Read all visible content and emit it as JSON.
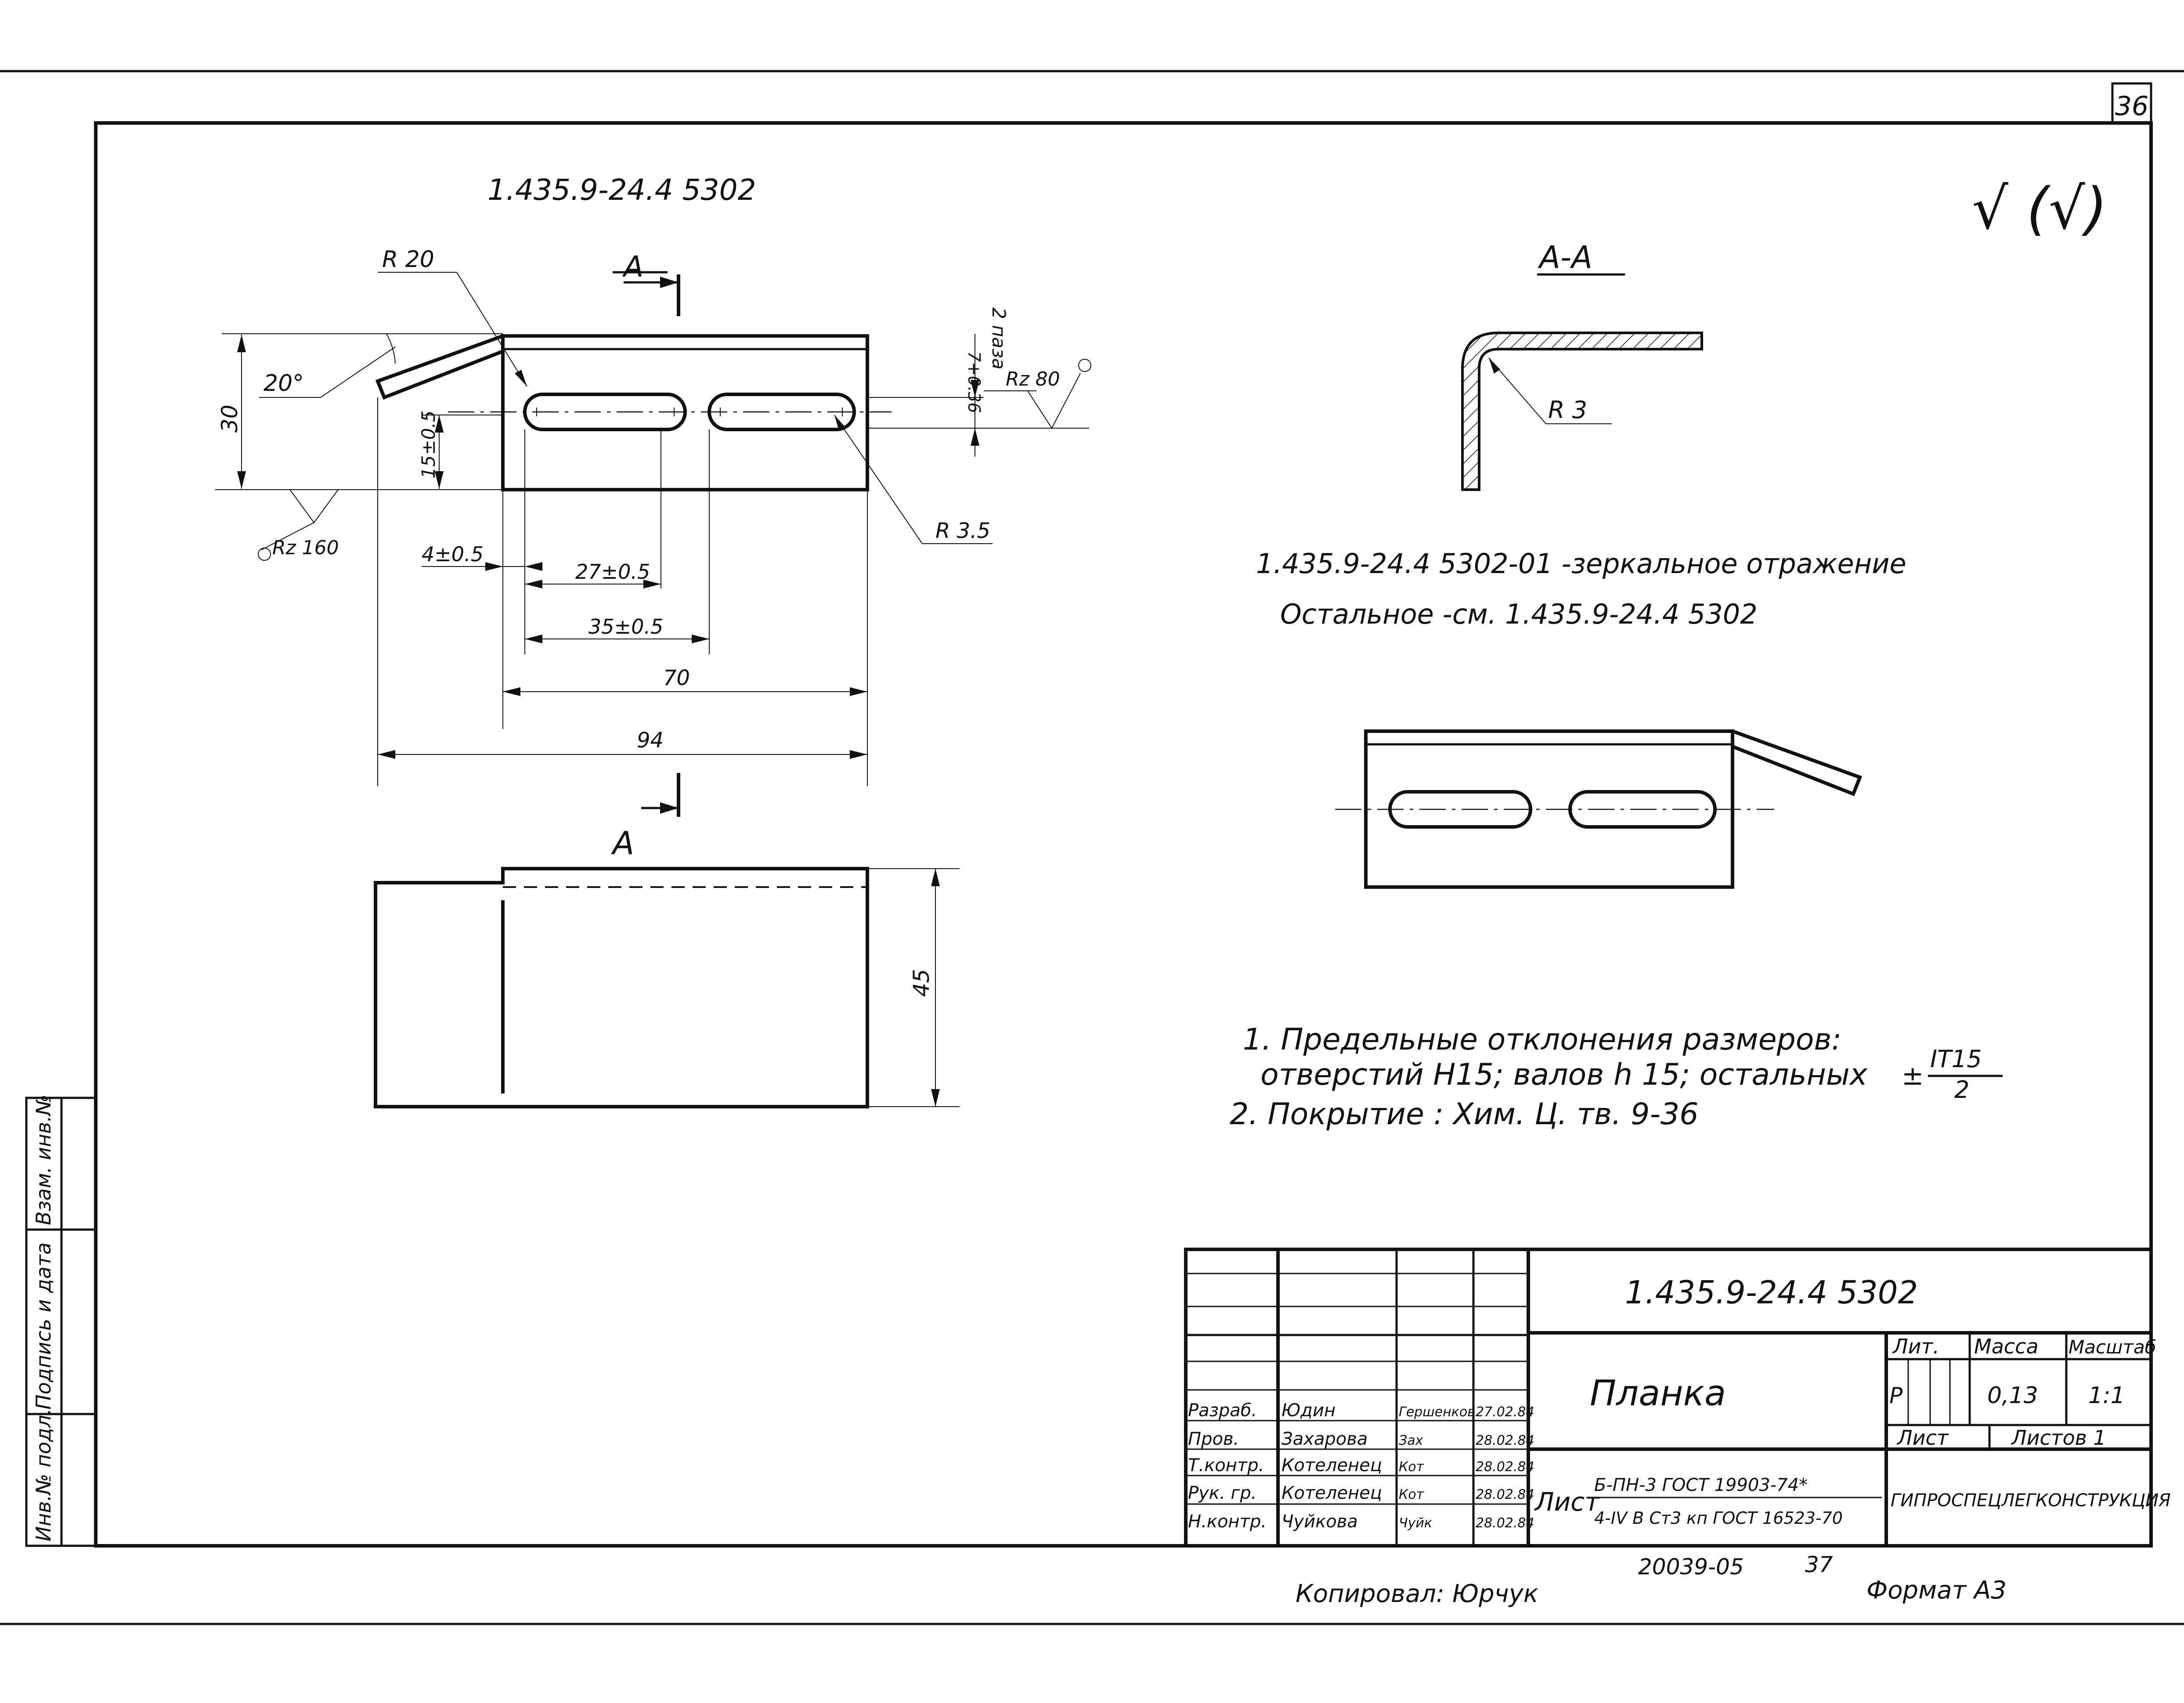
{
  "sheet": {
    "page_number": "36",
    "roughness_symbol": "√ (√)",
    "copied_by": "Копировал: Юрчук",
    "format": "Формат А3",
    "archive_number": "20039-05",
    "archive_sheet": "37",
    "side_stamp": [
      "Инв.№ подл.",
      "Подпись и дата",
      "Взам. инв.№"
    ]
  },
  "main_view": {
    "part_code": "1.435.9-24.4 5302",
    "dims": {
      "r20": "R 20",
      "angle": "20°",
      "h30": "30",
      "h15": "15±0.5",
      "tol_top": "7+0.36",
      "pazy": "2 паза",
      "rz80": "Rz 80",
      "rz160": "Rz 160",
      "r35": "R 3.5",
      "d4": "4±0.5",
      "d27": "27±0.5",
      "d35": "35±0.5",
      "d70": "70",
      "d94": "94"
    },
    "section_mark": "А"
  },
  "bottom_view": {
    "section_mark": "А",
    "height": "45"
  },
  "section_view": {
    "title": "А-А",
    "radius": "R 3"
  },
  "variant": {
    "line1": "1.435.9-24.4 5302-01 -зеркальное отражение",
    "line2": "Остальное -см. 1.435.9-24.4 5302"
  },
  "notes": {
    "n1a": "1. Предельные   отклонения   размеров:",
    "n1b": "отверстий  Н15;  валов  h 15;  остальных",
    "tol_num": "IT15",
    "tol_den": "2",
    "pm": "±",
    "n2": "2. Покрытие :  Хим. Ц. тв. 9-36"
  },
  "title_block": {
    "code": "1.435.9-24.4  5302",
    "name": "Планка",
    "headers": {
      "lit": "Лит.",
      "mass": "Масса",
      "scale": "Масштаб"
    },
    "lit_value": "Р",
    "mass_value": "0,13",
    "scale_value": "1:1",
    "list_label": "Лист",
    "lists_label": "Листов 1",
    "org": "ГИПРОСПЕЦЛЕГКОНСТРУКЦИЯ",
    "material_prefix": "Лист",
    "material_top": "Б-ПН-3 ГОСТ 19903-74*",
    "material_bottom": "4-IV В Ст3 кп ГОСТ 16523-70",
    "rows": [
      {
        "role": "Разраб.",
        "name": "Юдин",
        "sign": "Гершенков",
        "date": "27.02.84"
      },
      {
        "role": "Пров.",
        "name": "Захарова",
        "sign": "Зах",
        "date": "28.02.84"
      },
      {
        "role": "Т.контр.",
        "name": "Котеленец",
        "sign": "Кот",
        "date": "28.02.84"
      },
      {
        "role": "Рук. гр.",
        "name": "Котеленец",
        "sign": "Кот",
        "date": "28.02.84"
      },
      {
        "role": "Н.контр.",
        "name": "Чуйкова",
        "sign": "Чуйк",
        "date": "28.02.84"
      }
    ]
  }
}
